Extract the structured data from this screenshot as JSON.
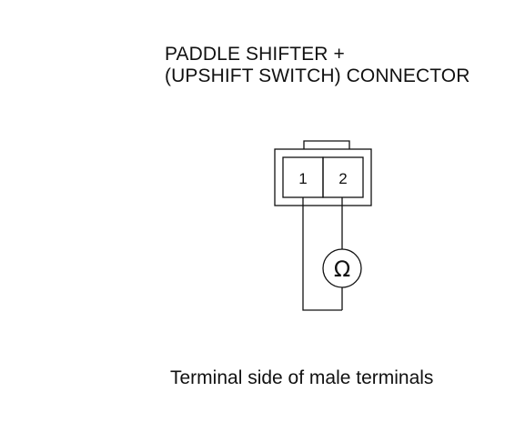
{
  "title": {
    "line1": "PADDLE SHIFTER  +",
    "line2": "(UPSHIFT SWITCH) CONNECTOR"
  },
  "connector": {
    "terminals": [
      "1",
      "2"
    ]
  },
  "meter": {
    "symbol": "Ω",
    "icon": "ohmmeter-icon"
  },
  "caption": "Terminal side of male terminals"
}
